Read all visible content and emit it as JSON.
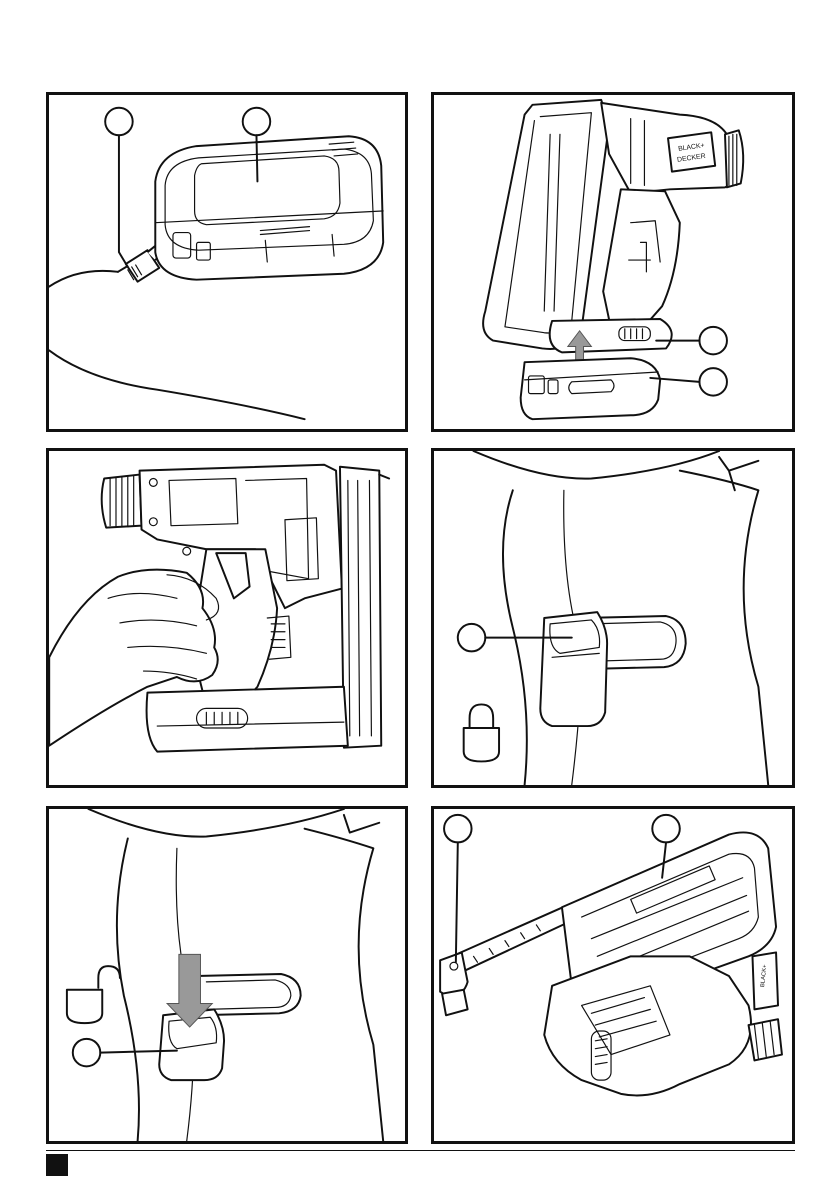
{
  "page": {
    "panels": [
      {
        "id": "fig-1",
        "subject": "battery-charging",
        "callouts": 2
      },
      {
        "id": "fig-2",
        "subject": "battery-insertion",
        "callouts": 2
      },
      {
        "id": "fig-3",
        "subject": "tool-grip",
        "callouts": 0
      },
      {
        "id": "fig-4",
        "subject": "lock-off-locked",
        "callouts": 1,
        "icon": "padlock-closed-icon"
      },
      {
        "id": "fig-5",
        "subject": "lock-off-unlocked",
        "callouts": 1,
        "icon": "padlock-open-icon"
      },
      {
        "id": "fig-6",
        "subject": "magazine-open",
        "callouts": 2
      }
    ]
  },
  "brand_logo_text": "BLACK+DECKER"
}
